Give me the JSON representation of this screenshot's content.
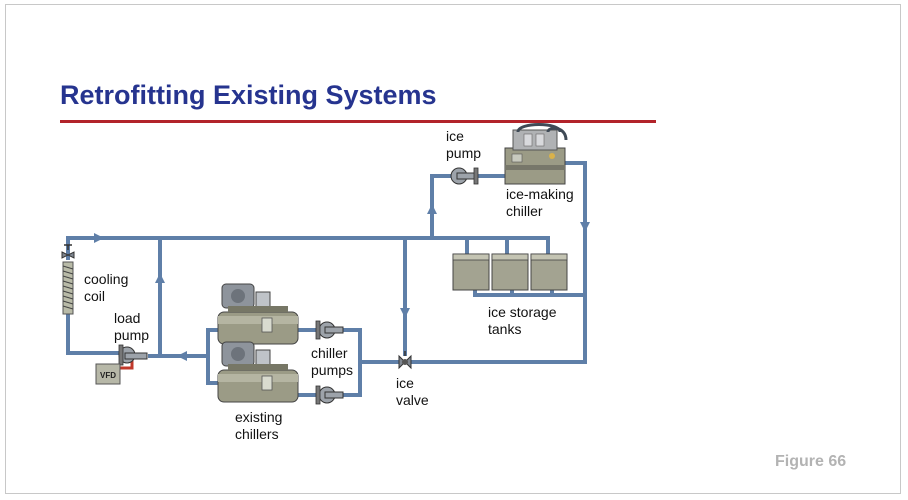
{
  "slide": {
    "title": "Retrofitting Existing Systems",
    "figure_number": "Figure 66"
  },
  "colors": {
    "title": "#26348f",
    "title_rule": "#b2232a",
    "pipe": "#5f7fa8",
    "equipment": "#9a9a84",
    "vfd_wire": "#c0392b"
  },
  "labels": {
    "ice_pump": [
      "ice",
      "pump"
    ],
    "ice_making_chiller": [
      "ice-making",
      "chiller"
    ],
    "cooling_coil": [
      "cooling",
      "coil"
    ],
    "load_pump": [
      "load",
      "pump"
    ],
    "vfd": "VFD",
    "ice_storage_tanks": [
      "ice storage",
      "tanks"
    ],
    "chiller_pumps": [
      "chiller",
      "pumps"
    ],
    "ice_valve": [
      "ice",
      "valve"
    ],
    "existing_chillers": [
      "existing",
      "chillers"
    ]
  }
}
